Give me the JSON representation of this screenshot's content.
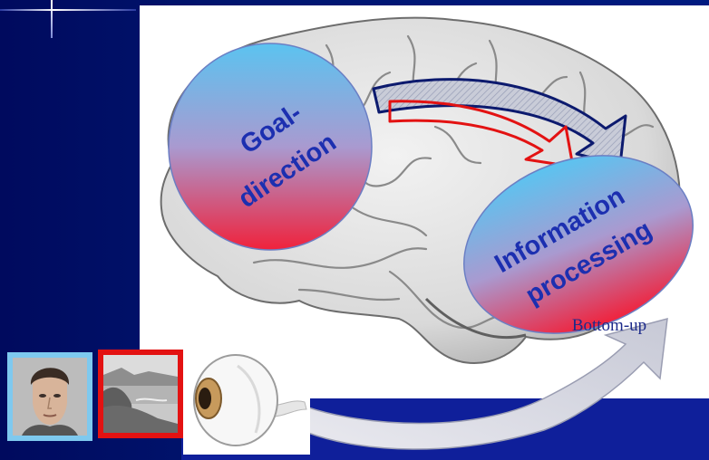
{
  "goal_node": {
    "line1": "Goal-",
    "line2": "direction"
  },
  "info_node": {
    "line1": "Information",
    "line2": "processing"
  },
  "bottom_up_label": "Bottom-up",
  "colors": {
    "background": "#00156f",
    "node_top": "#5bc3f0",
    "node_bottom": "#f0223c",
    "label_text": "#1c2fb0",
    "thumb_face_border": "#7ec9ef",
    "thumb_scene_border": "#e31212"
  },
  "icons": [
    "brain-illustration",
    "eye-icon",
    "face-photo",
    "landscape-photo",
    "top-down-arrow",
    "bottom-up-arrow"
  ]
}
